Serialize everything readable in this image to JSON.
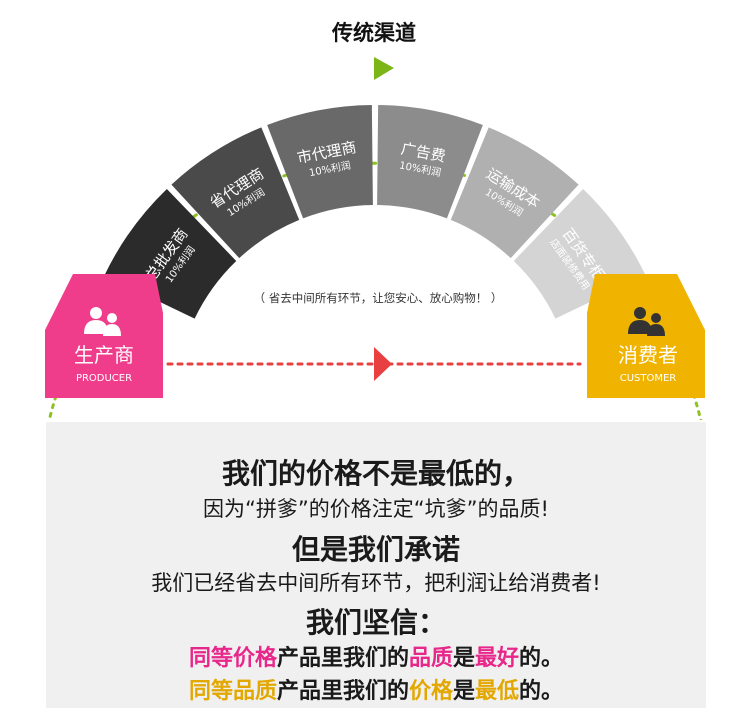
{
  "top_label": "传统渠道",
  "center_note": "（ 省去中间所有环节，让您安心、放心购物！ ）",
  "producer": {
    "label": "生产商",
    "sublabel": "PRODUCER",
    "color": "#ef3d8c"
  },
  "consumer": {
    "label": "消费者",
    "sublabel": "CUSTOMER",
    "color": "#f0b400"
  },
  "segments": [
    {
      "label": "总批发商",
      "sub": "10%利润",
      "color": "#2b2b2b"
    },
    {
      "label": "省代理商",
      "sub": "10%利润",
      "color": "#4a4a4a"
    },
    {
      "label": "市代理商",
      "sub": "10%利润",
      "color": "#696969"
    },
    {
      "label": "广告费",
      "sub": "10%利润",
      "color": "#8c8c8c"
    },
    {
      "label": "运输成本",
      "sub": "10%利润",
      "color": "#b0b0b0"
    },
    {
      "label": "百货专柜",
      "sub": "店面装修费用",
      "color": "#d4d4d4"
    }
  ],
  "colors": {
    "arc_dots": "#8dc21f",
    "arrow_green": "#7cb518",
    "arrow_red": "#e84040"
  },
  "lines": {
    "l1": "我们的价格不是最低的，",
    "l2": "因为“拼爹”的价格注定“坑爹”的品质!",
    "l3": "但是我们承诺",
    "l4": "我们已经省去中间所有环节，把利润让给消费者!",
    "l5": "我们坚信：",
    "l6": {
      "a": "同等价格",
      "b": "产品里我们的",
      "c": "品质",
      "d": "是",
      "e": "最好",
      "f": "的。"
    },
    "l7": {
      "a": "同等品质",
      "b": "产品里我们的",
      "c": "价格",
      "d": "是",
      "e": "最低",
      "f": "的。"
    }
  }
}
